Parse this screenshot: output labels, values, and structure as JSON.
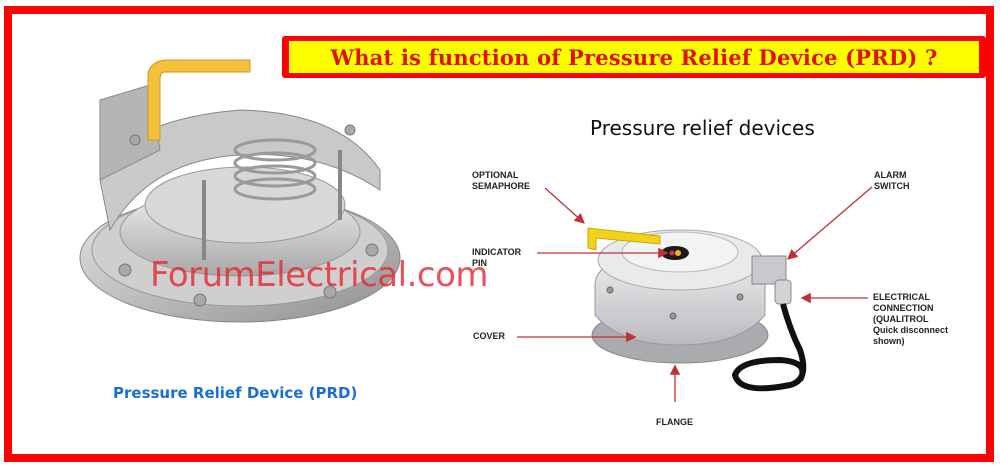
{
  "title": "What is function of Pressure Relief Device (PRD) ?",
  "watermark": "ForumElectrical.com",
  "left_panel": {
    "caption": "Pressure Relief Device (PRD)",
    "image": "3d-cutaway-pressure-relief-device"
  },
  "right_panel": {
    "heading": "Pressure relief devices",
    "image": "pressure-relief-device-photo",
    "labels": {
      "optional_semaphore": [
        "OPTIONAL",
        "SEMAPHORE"
      ],
      "indicator_pin": [
        "INDICATOR",
        "PIN"
      ],
      "cover": [
        "COVER"
      ],
      "alarm_switch": [
        "ALARM",
        "SWITCH"
      ],
      "electrical_connection": [
        "ELECTRICAL",
        "CONNECTION",
        "(QUALITROL",
        "Quick disconnect",
        "shown)"
      ],
      "flange": [
        "FLANGE"
      ]
    }
  },
  "colors": {
    "frame": "#ff0000",
    "title_bg": "#ffff00",
    "title_text": "#e01010",
    "caption": "#1a6fd0",
    "watermark": "#e62832",
    "arrow": "#c0303a",
    "semaphore": "#f2d21a"
  }
}
